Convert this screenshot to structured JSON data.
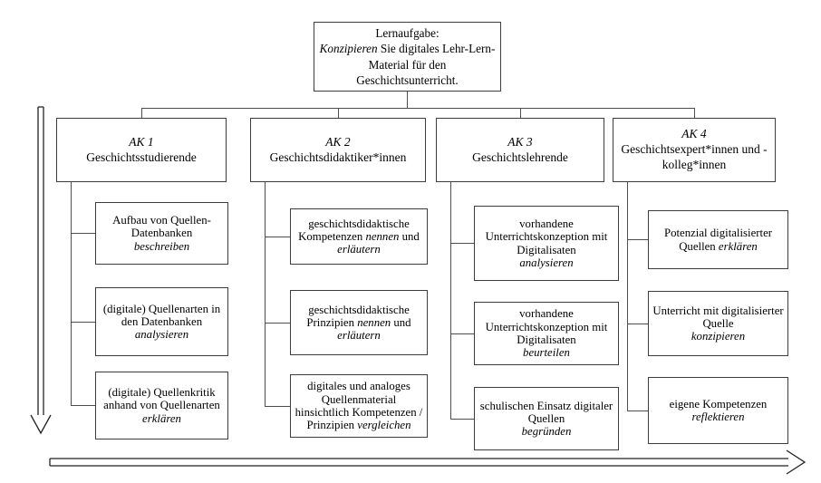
{
  "palette": {
    "background": "#ffffff",
    "line": "#4d4d4d",
    "border": "#3d3d3d",
    "text": "#000000"
  },
  "icons": {
    "left_arrow": "down-arrow",
    "bottom_arrow": "right-arrow"
  },
  "root_box": {
    "segments": [
      {
        "t": "Lernaufgabe:\n",
        "i": false
      },
      {
        "t": "Konzipieren",
        "i": true
      },
      {
        "t": " Sie digitales Lehr-Lern-Material für den Geschichtsunterricht.",
        "i": false
      }
    ]
  },
  "columns": [
    {
      "title": "AK 1",
      "subtitle": "Geschichtsstudierende",
      "boxes": [
        {
          "segments": [
            {
              "t": "Aufbau von Quellen-Datenbanken\n",
              "i": false
            },
            {
              "t": "beschreiben",
              "i": true
            }
          ]
        },
        {
          "segments": [
            {
              "t": "(digitale) Quellenarten in den Datenbanken\n",
              "i": false
            },
            {
              "t": "analysieren",
              "i": true
            }
          ]
        },
        {
          "segments": [
            {
              "t": "(digitale) Quellenkritik anhand von Quellenarten\n",
              "i": false
            },
            {
              "t": "erklären",
              "i": true
            }
          ]
        }
      ]
    },
    {
      "title": "AK 2",
      "subtitle": "Geschichtsdidaktiker*innen",
      "boxes": [
        {
          "segments": [
            {
              "t": "geschichtsdidaktische Kompetenzen ",
              "i": false
            },
            {
              "t": "nennen",
              "i": true
            },
            {
              "t": " und ",
              "i": false
            },
            {
              "t": "erläutern",
              "i": true
            }
          ]
        },
        {
          "segments": [
            {
              "t": "geschichtsdidaktische Prinzipien ",
              "i": false
            },
            {
              "t": "nennen",
              "i": true
            },
            {
              "t": " und ",
              "i": false
            },
            {
              "t": "erläutern",
              "i": true
            }
          ]
        },
        {
          "segments": [
            {
              "t": "digitales und analoges Quellenmaterial hinsichtlich Kompetenzen / Prinzipien ",
              "i": false
            },
            {
              "t": "vergleichen",
              "i": true
            }
          ]
        }
      ]
    },
    {
      "title": "AK 3",
      "subtitle": "Geschichtslehrende",
      "boxes": [
        {
          "segments": [
            {
              "t": "vorhandene Unterrichtskonzeption mit Digitalisaten\n",
              "i": false
            },
            {
              "t": "analysieren",
              "i": true
            }
          ]
        },
        {
          "segments": [
            {
              "t": "vorhandene Unterrichtskonzeption mit Digitalisaten\n",
              "i": false
            },
            {
              "t": "beurteilen",
              "i": true
            }
          ]
        },
        {
          "segments": [
            {
              "t": "schulischen Einsatz digitaler Quellen\n",
              "i": false
            },
            {
              "t": "begründen",
              "i": true
            }
          ]
        }
      ]
    },
    {
      "title": "AK 4",
      "subtitle": "Geschichtsexpert*innen und -kolleg*innen",
      "boxes": [
        {
          "segments": [
            {
              "t": "Potenzial digitalisierter Quellen ",
              "i": false
            },
            {
              "t": "erklären",
              "i": true
            }
          ]
        },
        {
          "segments": [
            {
              "t": "Unterricht mit digitalisierter Quelle\n",
              "i": false
            },
            {
              "t": "konzipieren",
              "i": true
            }
          ]
        },
        {
          "segments": [
            {
              "t": "eigene Kompetenzen\n",
              "i": false
            },
            {
              "t": "reflektieren",
              "i": true
            }
          ]
        }
      ]
    }
  ]
}
